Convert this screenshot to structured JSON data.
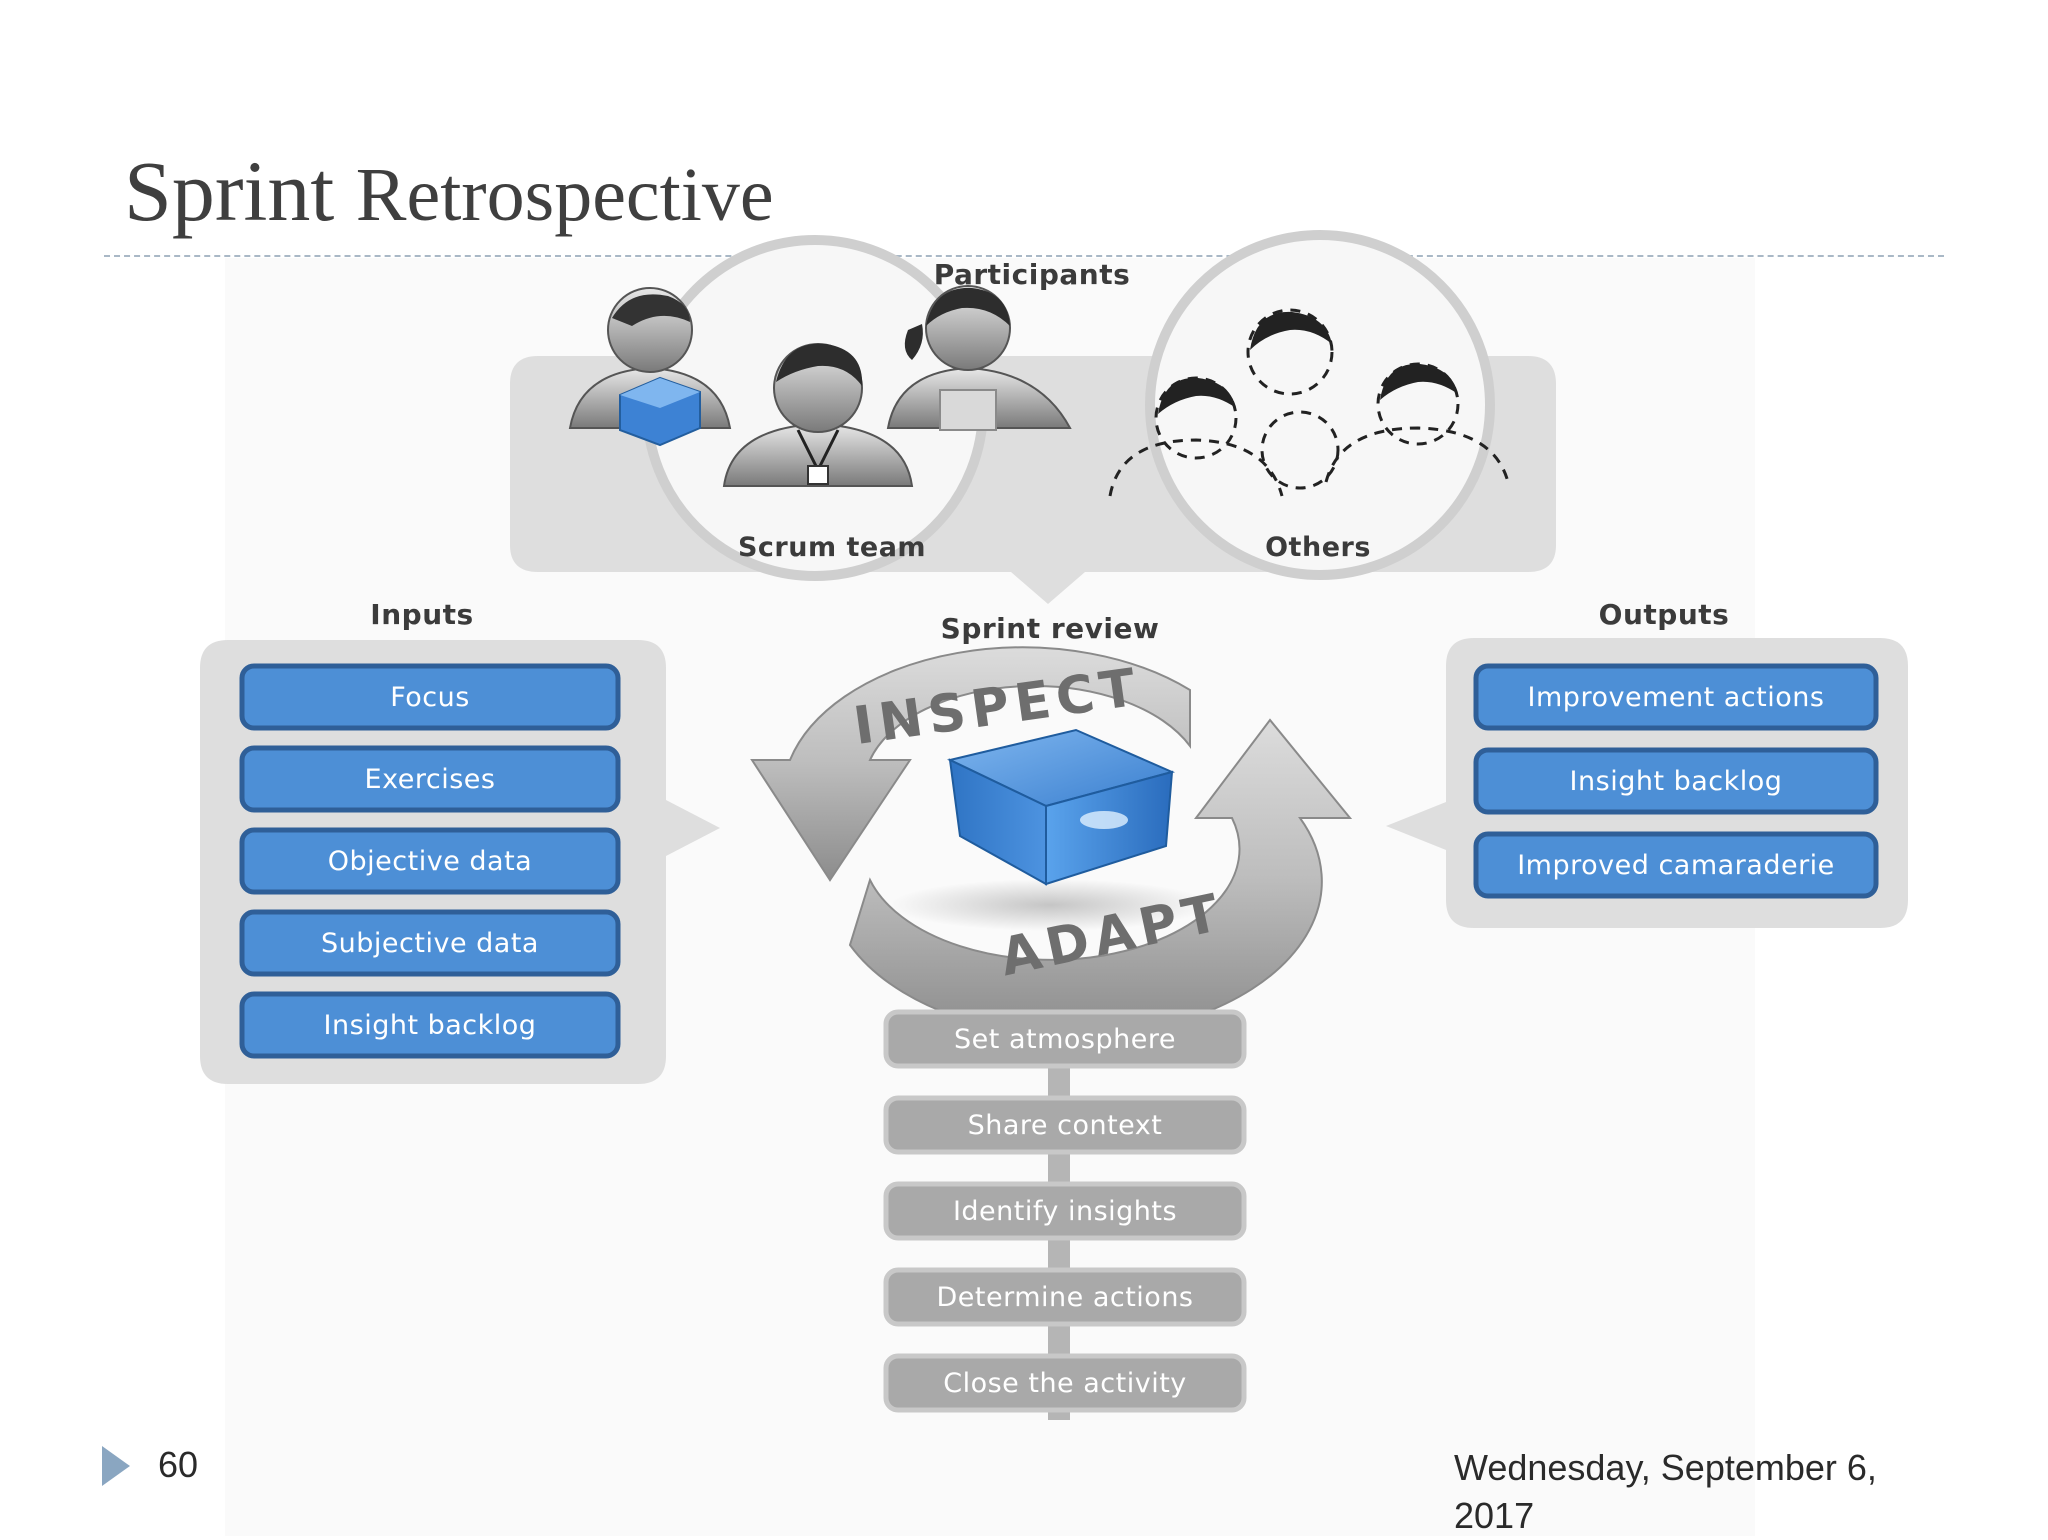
{
  "slide": {
    "title_part1": "Sprint",
    "title_part2": "Retrospective",
    "number": "60",
    "date": "Wednesday, September 6, 2017"
  },
  "diagram": {
    "participants": {
      "heading": "Participants",
      "groups": [
        "Scrum team",
        "Others"
      ]
    },
    "inputs": {
      "heading": "Inputs",
      "items": [
        "Focus",
        "Exercises",
        "Objective data",
        "Subjective data",
        "Insight backlog"
      ]
    },
    "outputs": {
      "heading": "Outputs",
      "items": [
        "Improvement actions",
        "Insight backlog",
        "Improved camaraderie"
      ]
    },
    "center": {
      "heading": "Sprint review",
      "cycle_top": "INSPECT",
      "cycle_bottom": "ADAPT"
    },
    "steps": [
      "Set atmosphere",
      "Share context",
      "Identify insights",
      "Determine actions",
      "Close the activity"
    ]
  },
  "colors": {
    "accent_blue": "#4d8fd6",
    "box_border": "#2f5f98",
    "panel_gray": "#dcdcdc",
    "step_gray": "#a9a9a9",
    "footer_arrow": "#8aa6c1"
  }
}
